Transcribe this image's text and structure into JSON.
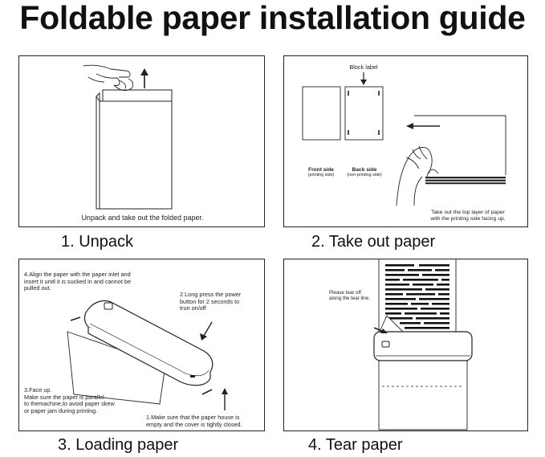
{
  "title": "Foldable paper installation guide",
  "steps": [
    {
      "caption": "1. Unpack",
      "instruction": "Unpack and take out the folded paper."
    },
    {
      "caption": "2. Take out paper",
      "block_label": "Block label",
      "front_side": "Front side",
      "front_side_note": "(printing side)",
      "back_side": "Back side",
      "back_side_note": "(non-printing side)",
      "instruction": "Take out the top layer of paper\nwith the printing side facing up."
    },
    {
      "caption": "3. Loading paper",
      "note_align": "4.Align the paper with the paper inlet and\ninsert it unitl it is sucked in and cannot be\npulled out.",
      "note_press": "2.Long press the power\nbutton for 2 seconds to\ntrun on/off",
      "note_face": "3.Face up.\nMake sure the paper is parallel\nto themachine,to avoid paper skew\nor paper jam during printing.",
      "note_house": "1.Make sure that the paper house is\nempty and the cover is tightly closed."
    },
    {
      "caption": "4. Tear paper",
      "note_tear": "Please tear off\nalong the tear line."
    }
  ]
}
